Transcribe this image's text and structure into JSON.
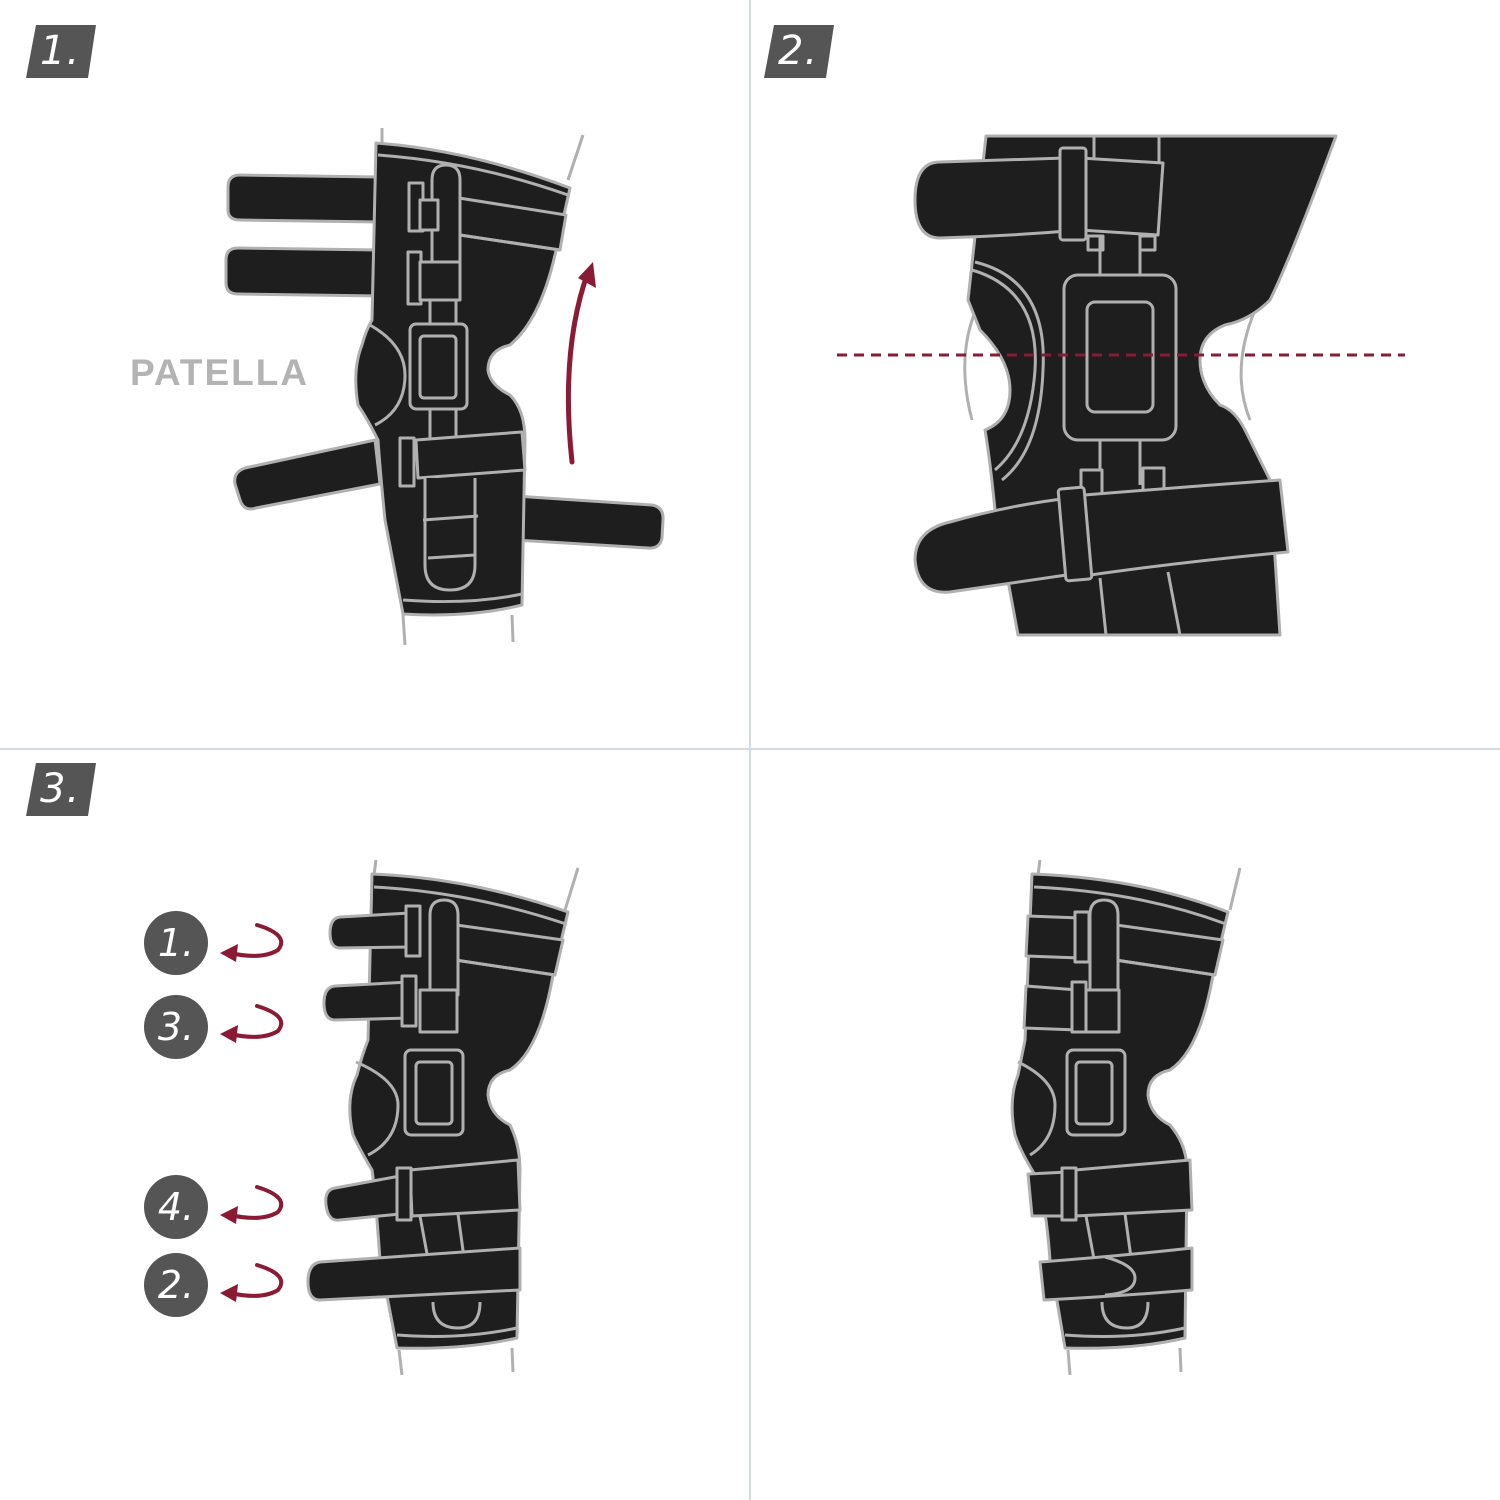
{
  "steps": [
    {
      "label": "1."
    },
    {
      "label": "2."
    },
    {
      "label": "3."
    }
  ],
  "step1": {
    "annotation": "PATELLA"
  },
  "step3": {
    "strap_order": [
      "1.",
      "3.",
      "4.",
      "2."
    ]
  },
  "colors": {
    "brace_fill": "#1e1e1e",
    "outline": "#b0b0b0",
    "accent_arrow": "#8b1a35",
    "badge_fill": "#555555",
    "patella_text": "#b3b3b3",
    "divider": "#d3dae0"
  }
}
